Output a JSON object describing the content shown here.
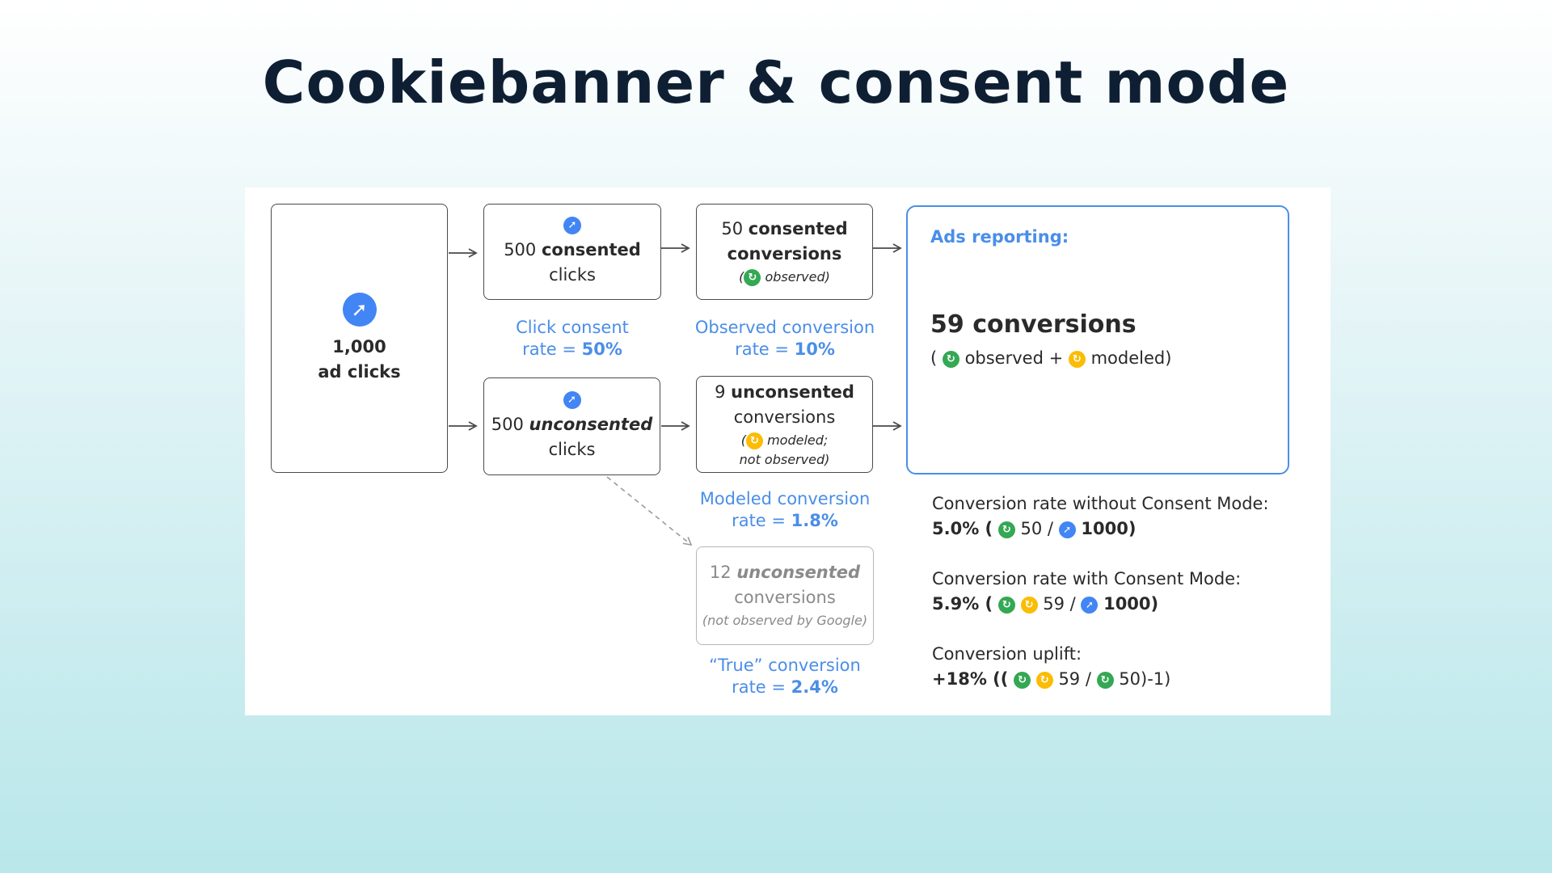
{
  "title": "Cookiebanner & consent mode",
  "icons": {
    "click": "cursor-click-icon",
    "observed": "observed-conversion-icon",
    "modeled": "modeled-conversion-icon"
  },
  "colors": {
    "accent_blue": "#4a8ee8",
    "observed_green": "#34a853",
    "modeled_yellow": "#fbbc04",
    "click_blue": "#4285f4",
    "title_navy": "#0f1f33"
  },
  "ad_clicks": {
    "count": "1,000",
    "label": "ad clicks"
  },
  "consented_clicks": {
    "count": "500",
    "bold": "consented",
    "suffix": "clicks"
  },
  "unconsented_clicks": {
    "count": "500",
    "bold": "unconsented",
    "suffix": "clicks"
  },
  "consented_conversions": {
    "count": "50",
    "bold": "consented",
    "line2": "conversions",
    "note": "observed)"
  },
  "unconsented_conversions": {
    "count": "9",
    "bold": "unconsented",
    "line2": "conversions",
    "note": "modeled;",
    "note2": "not observed)"
  },
  "true_unconsented": {
    "count": "12",
    "bold": "unconsented",
    "line2": "conversions",
    "note": "(not observed by Google)"
  },
  "captions": {
    "click_consent": {
      "line1": "Click consent",
      "prefix": "rate = ",
      "value": "50%"
    },
    "observed_rate": {
      "line1": "Observed conversion",
      "prefix": "rate = ",
      "value": "10%"
    },
    "modeled_rate": {
      "line1": "Modeled conversion",
      "prefix": "rate = ",
      "value": "1.8%"
    },
    "true_rate": {
      "line1": "“True” conversion",
      "prefix": "rate = ",
      "value": "2.4%"
    }
  },
  "ads_reporting": {
    "label": "Ads reporting:",
    "total": "59 conversions",
    "observed_word": "observed +",
    "modeled_word": "modeled)"
  },
  "stats": {
    "without": {
      "label": "Conversion rate without Consent Mode:",
      "value": "5.0% (",
      "n1": "50 /",
      "n2": "1000)"
    },
    "with": {
      "label": "Conversion rate with Consent Mode:",
      "value": "5.9% (",
      "n1": "59 /",
      "n2": "1000)"
    },
    "uplift": {
      "label": "Conversion uplift:",
      "value": "+18% ((",
      "n1": "59 /",
      "n2": "50)-1)"
    }
  }
}
